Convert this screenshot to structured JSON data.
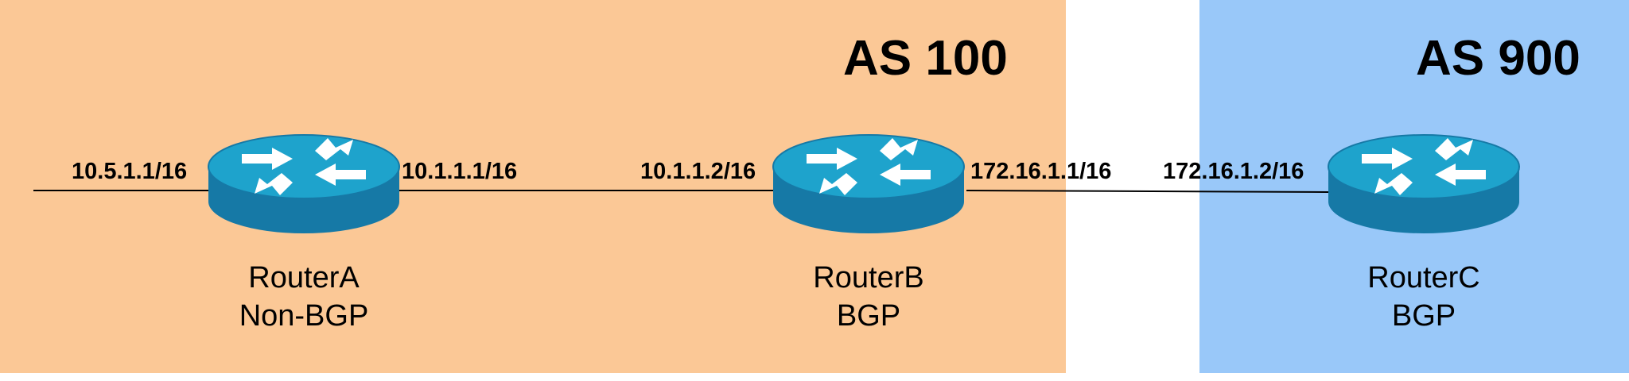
{
  "colors": {
    "as100_background": "#fbc896",
    "as900_background": "#99c8f9",
    "router_fill": "#1ea3cc",
    "router_side": "#1679a6",
    "link": "#000000"
  },
  "autonomous_systems": [
    {
      "label": "AS 100"
    },
    {
      "label": "AS 900"
    }
  ],
  "routers": [
    {
      "name": "RouterA",
      "role": "Non-BGP",
      "icon": "router-icon"
    },
    {
      "name": "RouterB",
      "role": "BGP",
      "icon": "router-icon"
    },
    {
      "name": "RouterC",
      "role": "BGP",
      "icon": "router-icon"
    }
  ],
  "interfaces": {
    "routerA_left": "10.5.1.1/16",
    "routerA_right": "10.1.1.1/16",
    "routerB_left": "10.1.1.2/16",
    "routerB_right": "172.16.1.1/16",
    "routerC_left": "172.16.1.2/16"
  }
}
